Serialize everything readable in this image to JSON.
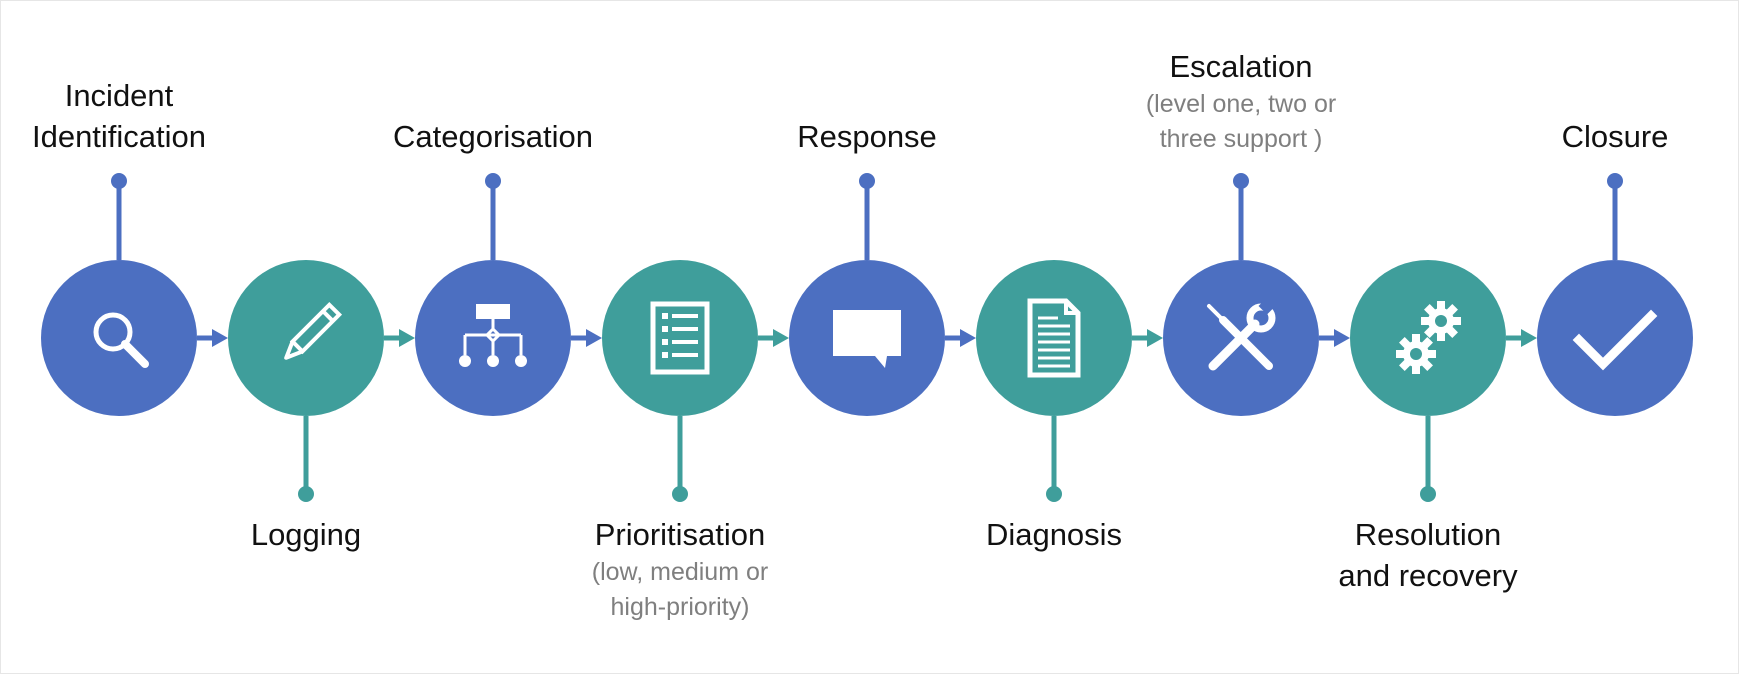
{
  "colors": {
    "blue": "#4C6FC1",
    "teal": "#3F9E9B",
    "icon": "#ffffff"
  },
  "steps": [
    {
      "title": "Incident\nIdentification",
      "subtitle": "",
      "color": "blue",
      "label_side": "top",
      "icon": "magnifier-icon"
    },
    {
      "title": "Logging",
      "subtitle": "",
      "color": "teal",
      "label_side": "bottom",
      "icon": "pencil-icon"
    },
    {
      "title": "Categorisation",
      "subtitle": "",
      "color": "blue",
      "label_side": "top",
      "icon": "hierarchy-icon"
    },
    {
      "title": "Prioritisation",
      "subtitle": "(low, medium or\nhigh-priority)",
      "color": "teal",
      "label_side": "bottom",
      "icon": "checklist-icon"
    },
    {
      "title": "Response",
      "subtitle": "",
      "color": "blue",
      "label_side": "top",
      "icon": "speech-bubble-icon"
    },
    {
      "title": "Diagnosis",
      "subtitle": "",
      "color": "teal",
      "label_side": "bottom",
      "icon": "document-icon"
    },
    {
      "title": "Escalation",
      "subtitle": "(level one, two or\nthree support )",
      "color": "blue",
      "label_side": "top",
      "icon": "tools-icon"
    },
    {
      "title": "Resolution\nand recovery",
      "subtitle": "",
      "color": "teal",
      "label_side": "bottom",
      "icon": "gears-icon"
    },
    {
      "title": "Closure",
      "subtitle": "",
      "color": "blue",
      "label_side": "top",
      "icon": "checkmark-icon"
    }
  ]
}
